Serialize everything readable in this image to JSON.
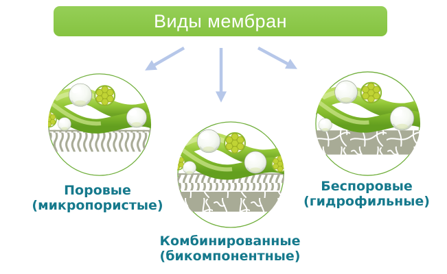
{
  "header": {
    "title": "Виды мембран",
    "bg_color": "#8dc84d",
    "text_color": "#ffffff"
  },
  "arrows": {
    "color": "#b6c7e9",
    "targets": [
      "porous",
      "combined",
      "nonporous"
    ]
  },
  "membranes": [
    {
      "id": "porous",
      "name_line1": "Поровые",
      "name_line2": "(микропористые)",
      "icon": "porous-membrane-icon"
    },
    {
      "id": "combined",
      "name_line1": "Комбинированные",
      "name_line2": "(бикомпонентные)",
      "icon": "combined-membrane-icon"
    },
    {
      "id": "nonporous",
      "name_line1": "Беспоровые",
      "name_line2": "(гидрофильные)",
      "icon": "nonporous-membrane-icon"
    }
  ],
  "styles": {
    "label_color": "#15798c",
    "circle_border_green": "#6fae3a",
    "ribbon_green": "#8fc63c",
    "membrane_gray": "#a8ab96",
    "droplet_icon": "water-droplet",
    "flower_icon": "fiber-bundle-cross-section"
  }
}
